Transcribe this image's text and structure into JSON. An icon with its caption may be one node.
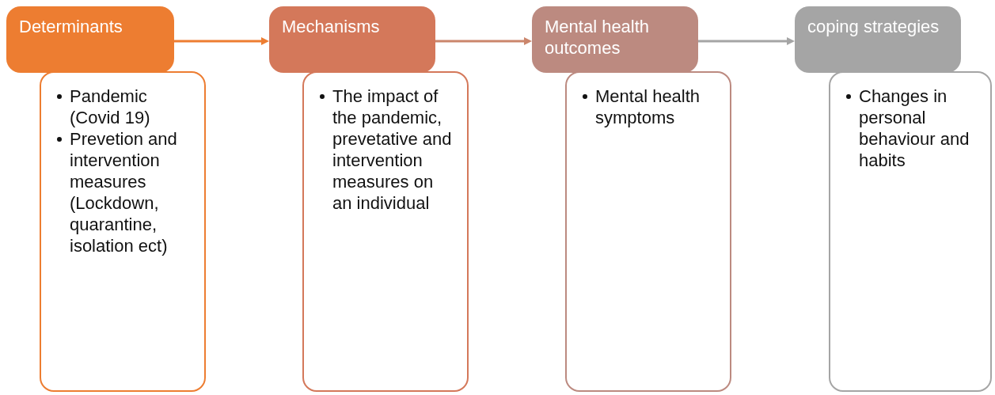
{
  "diagram": {
    "nodes": [
      {
        "text": [
          "Determinants"
        ]
      },
      {
        "text": [
          "Pandemic (Covid 19)",
          "Prevetion and intervention measures (Lockdown, quarantine, isolation ect)"
        ]
      },
      {
        "text": [
          "Mechanisms"
        ]
      },
      {
        "text": [
          "The impact of the pandemic, prevetative and intervention measures on an individual"
        ]
      },
      {
        "text": [
          "Mental health outcomes"
        ]
      },
      {
        "text": [
          "Mental health symptoms"
        ]
      },
      {
        "text": [
          "coping strategies"
        ]
      },
      {
        "text": [
          "Changes in personal behaviour and habits"
        ]
      }
    ],
    "edges": [
      {
        "from": 0,
        "to": 2,
        "arrow": "to",
        "color": "#ed7d31"
      },
      {
        "from": 2,
        "to": 4,
        "arrow": "to",
        "color": "#cb866c"
      },
      {
        "from": 4,
        "to": 6,
        "arrow": "to",
        "color": "#a5a5a5"
      }
    ]
  }
}
